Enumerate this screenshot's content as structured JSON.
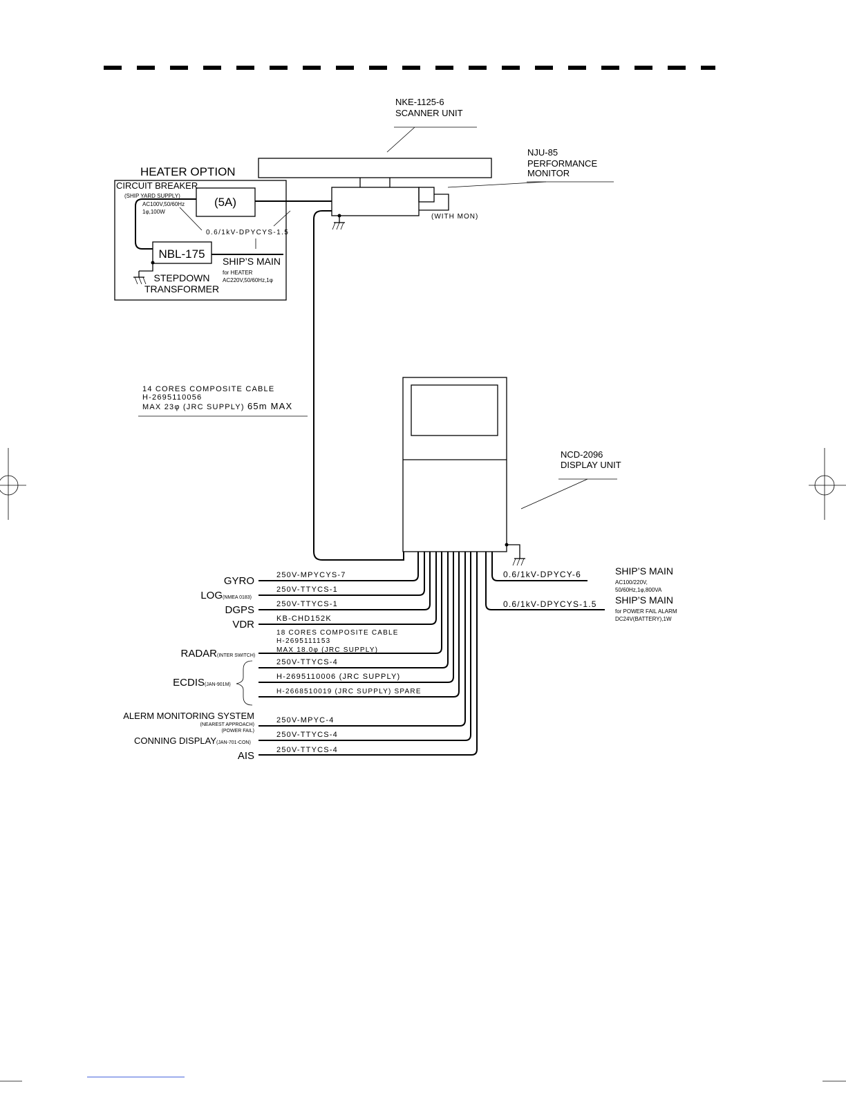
{
  "scanner": {
    "model": "NKE-1125-6",
    "name": "SCANNER UNIT"
  },
  "monitor": {
    "model": "NJU-85",
    "line1": "PERFORMANCE",
    "line2": "MONITOR",
    "with_mon": "(WITH MON)"
  },
  "display": {
    "model": "NCD-2096",
    "name": "DISPLAY UNIT"
  },
  "heater": {
    "title": "HEATER  OPTION",
    "breaker": "CIRCUIT BREAKER",
    "yard_supply": "(SHIP YARD SUPPLY)",
    "ac_line1": "AC100V,50/60Hz",
    "ac_line2": "1φ,100W",
    "fuse": "(5A)",
    "cable": "0.6/1kV-DPYCYS-1.5",
    "transformer": "NBL-175",
    "stepdown1": "STEPDOWN",
    "stepdown2": "TRANSFORMER",
    "ships_main": "SHIP’S MAIN",
    "for_heater": "for HEATER",
    "heater_ac": "AC220V,50/60Hz,1φ"
  },
  "composite14": {
    "line1": "14 CORES COMPOSITE CABLE",
    "line2": "H-2695110056",
    "line3a": "MAX 23φ (JRC SUPPLY) ",
    "line3b": "65m MAX"
  },
  "power": {
    "main_cable": "0.6/1kV-DPYCY-6",
    "main_label": "SHIP’S MAIN",
    "main_spec1": "AC100/220V,",
    "main_spec2": "50/60Hz,1φ,800VA",
    "alarm_cable": "0.6/1kV-DPYCYS-1.5",
    "alarm_label": "SHIP’S MAIN",
    "alarm_spec1": "for POWER FAIL ALARM",
    "alarm_spec2": "DC24V(BATTERY),1W"
  },
  "connections": {
    "gyro": "GYRO",
    "gyro_cable": "250V-MPYCYS-7",
    "log": "LOG",
    "log_sub": "(NMEA 0183)",
    "log_cable": "250V-TTYCS-1",
    "dgps": "DGPS",
    "dgps_cable": "250V-TTYCS-1",
    "vdr": "VDR",
    "vdr_cable": "KB-CHD152K",
    "c18_line1": "18 CORES COMPOSITE CABLE",
    "c18_line2": "H-2695111153",
    "c18_line3": "MAX 18.0φ (JRC SUPPLY)",
    "radar": "RADAR",
    "radar_sub": "(INTER SWITCH)",
    "ecdis": "ECDIS",
    "ecdis_sub": "(JAN-901M)",
    "ecdis_cable1": "250V-TTYCS-4",
    "ecdis_cable2": "H-2695110006 (JRC SUPPLY)",
    "ecdis_cable3": "H-2668510019 (JRC SUPPLY) SPARE",
    "alarm_sys": "ALERM MONITORING SYSTEM",
    "alarm_sub1": "(NEAREST APPROACH)",
    "alarm_sub2": "(POWER FAIL)",
    "alarm_cable": "250V-MPYC-4",
    "conning": "CONNING DISPLAY",
    "conning_sub": "(JAN-701-CON)",
    "conning_cable": "250V-TTYCS-4",
    "ais": "AIS",
    "ais_cable": "250V-TTYCS-4"
  }
}
